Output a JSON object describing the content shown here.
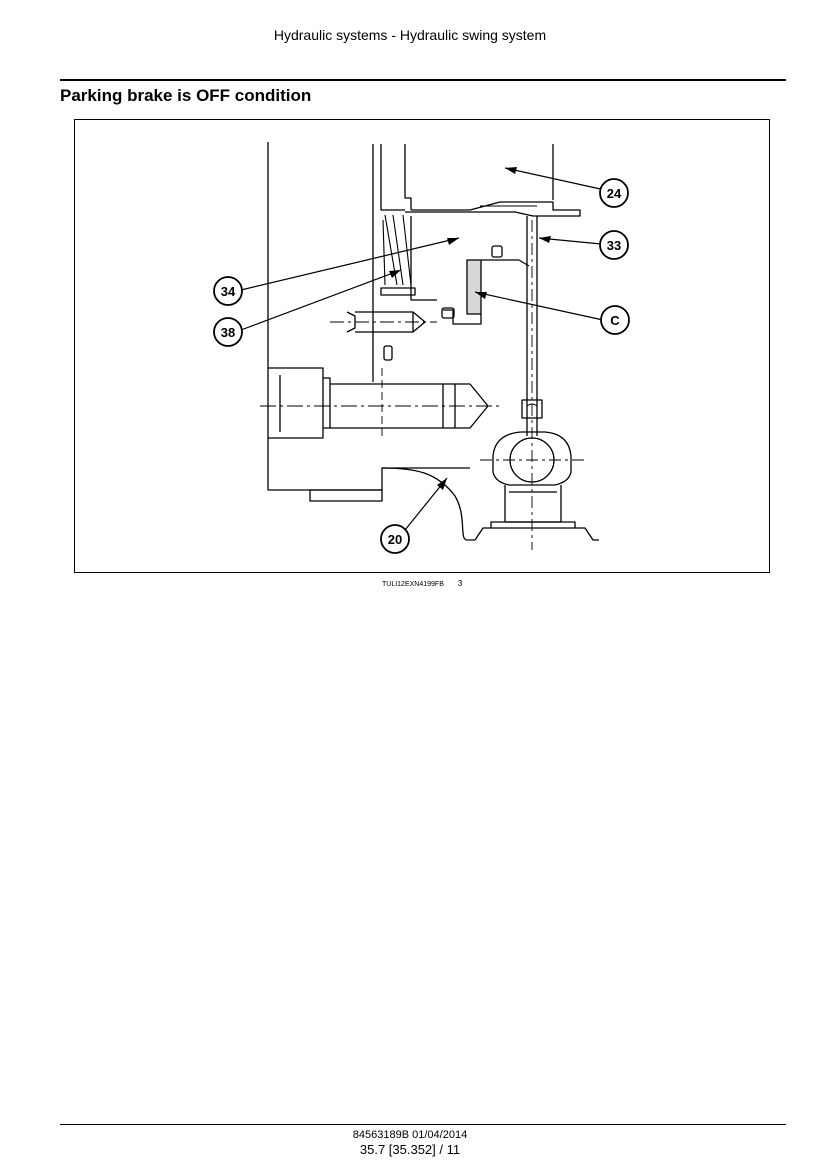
{
  "header": {
    "running_title": "Hydraulic systems - Hydraulic swing system"
  },
  "section": {
    "title": "Parking brake is OFF condition"
  },
  "figure": {
    "callouts": {
      "c24": "24",
      "c33": "33",
      "c34": "34",
      "c38": "38",
      "cC": "C",
      "c20": "20"
    },
    "caption_code": "TULI12EXN4199FB",
    "caption_number": "3"
  },
  "footer": {
    "doc_ref": "84563189B 01/04/2014",
    "page": "35.7 [35.352] / 11"
  }
}
